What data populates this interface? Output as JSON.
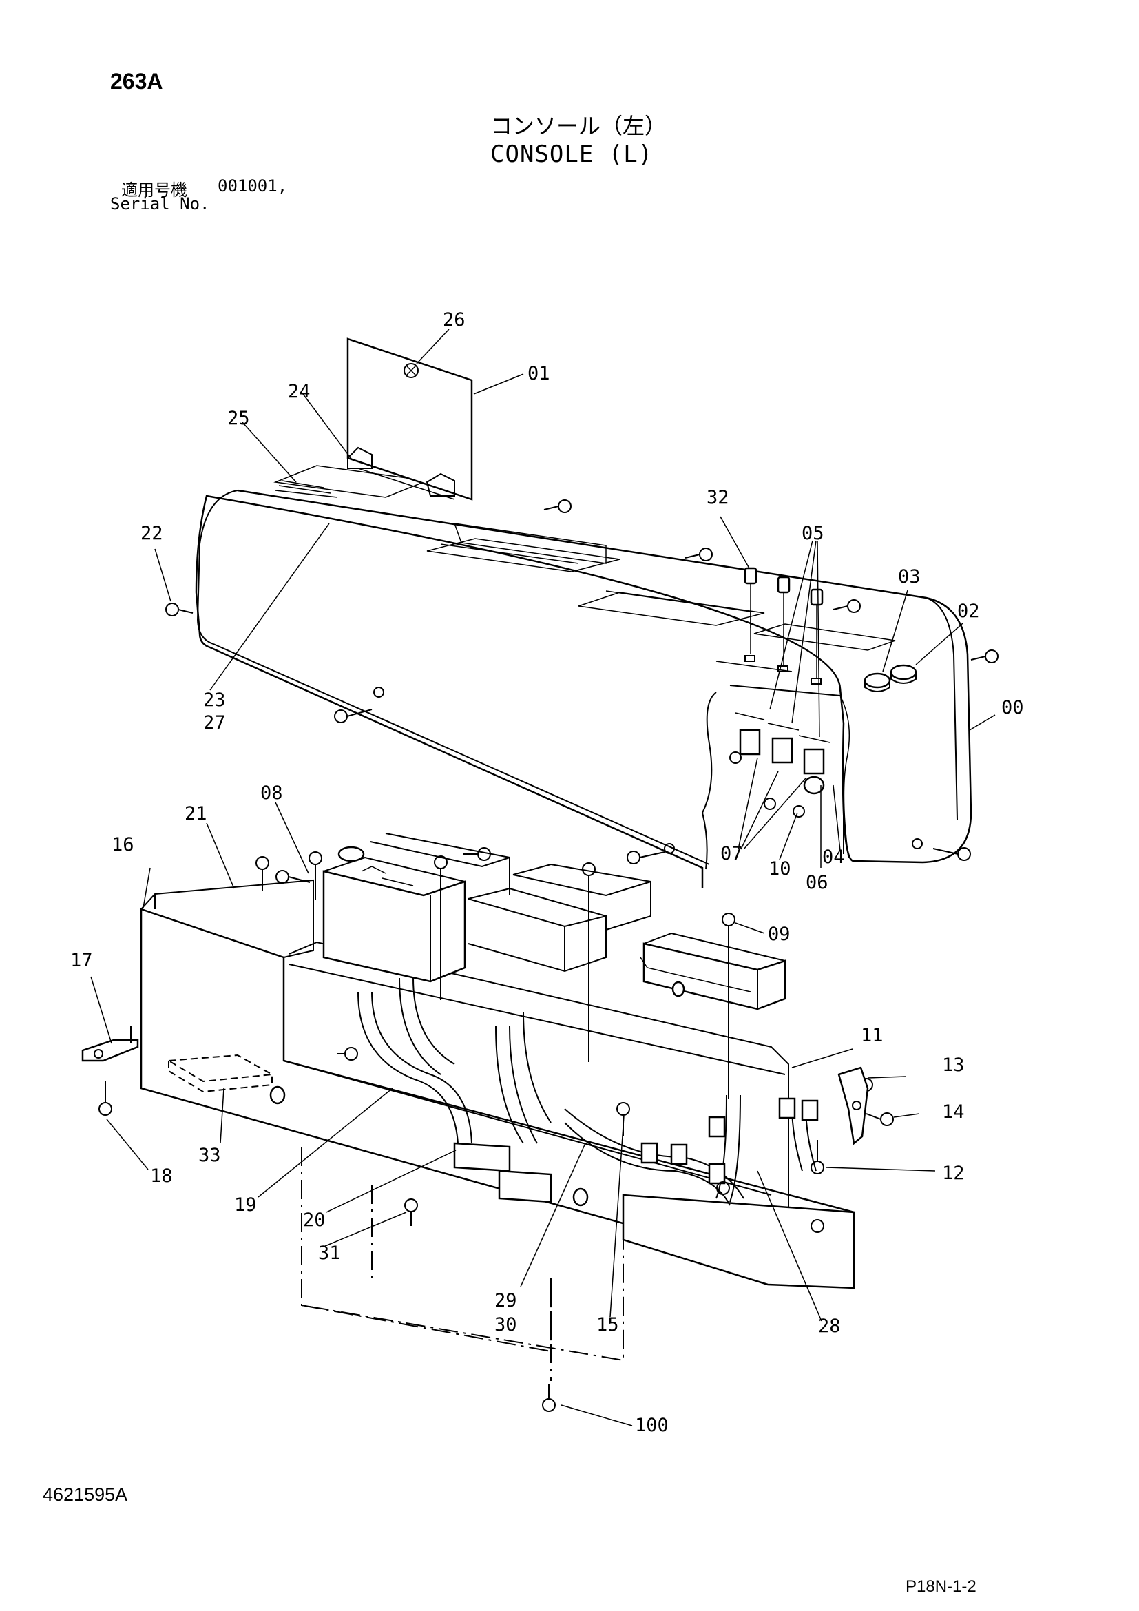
{
  "header": {
    "page_code": "263A",
    "title_jp": "コンソール（左）",
    "title_en": "CONSOLE (L)",
    "serial_label_jp": "適用号機",
    "serial_value": "001001,",
    "serial_label_en": "Serial No."
  },
  "footer": {
    "drawing_number": "4621595A",
    "page_ref": "P18N-1-2"
  },
  "part_labels": {
    "p00": "00",
    "p01": "01",
    "p02": "02",
    "p03": "03",
    "p04": "04",
    "p05": "05",
    "p06": "06",
    "p07": "07",
    "p08": "08",
    "p09": "09",
    "p10": "10",
    "p11": "11",
    "p12": "12",
    "p13": "13",
    "p14": "14",
    "p15": "15",
    "p16": "16",
    "p17": "17",
    "p18": "18",
    "p19": "19",
    "p20": "20",
    "p21": "21",
    "p22": "22",
    "p23": "23",
    "p24": "24",
    "p25": "25",
    "p26": "26",
    "p27": "27",
    "p28": "28",
    "p29": "29",
    "p30": "30",
    "p31": "31",
    "p32": "32",
    "p33": "33",
    "p100": "100"
  }
}
